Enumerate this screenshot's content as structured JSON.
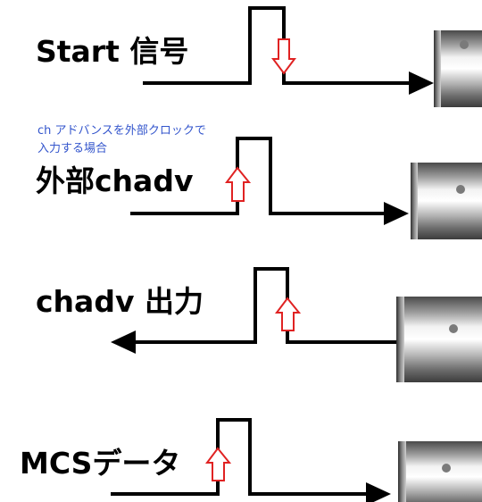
{
  "colors": {
    "wire": "#000000",
    "edge_arrow": "#e02222",
    "note_text": "#3355cc",
    "connector_dark": "#5a5a5a",
    "connector_light": "#e6e6e6"
  },
  "rows": [
    {
      "label": "Start 信号",
      "pulse_direction": "in",
      "edge_arrow": "down",
      "connector_icon": "bnc-connector-icon"
    },
    {
      "label": "外部chadv",
      "note_lines": [
        "ch アドバンスを外部クロックで",
        "入力する場合"
      ],
      "pulse_direction": "in",
      "edge_arrow": "up",
      "connector_icon": "bnc-connector-icon"
    },
    {
      "label": "chadv 出力",
      "pulse_direction": "out",
      "edge_arrow": "up",
      "connector_icon": "bnc-connector-icon"
    },
    {
      "label": "MCSデータ",
      "pulse_direction": "in",
      "edge_arrow": "up",
      "connector_icon": "bnc-connector-icon"
    }
  ]
}
